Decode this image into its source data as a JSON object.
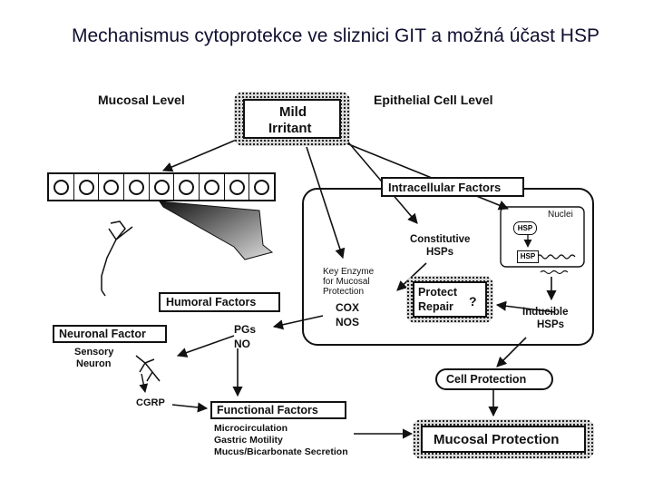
{
  "title": "Mechanismus cytoprotekce ve sliznici GIT  a možná účast HSP",
  "diagram": {
    "mucosal_level": "Mucosal Level",
    "epithelial_cell_level": "Epithelial Cell Level",
    "mild_irritant_1": "Mild",
    "mild_irritant_2": "Irritant",
    "intracellular_factors": "Intracellular Factors",
    "nuclei": "Nuclei",
    "hsp_gene": "HSP",
    "hsp_promoter": "HSP",
    "constitutive_hsps_1": "Constitutive",
    "constitutive_hsps_2": "HSPs",
    "key_enzyme_1": "Key Enzyme",
    "key_enzyme_2": "for Mucosal",
    "key_enzyme_3": "Protection",
    "cox": "COX",
    "nos": "NOS",
    "protect_repair_1": "Protect",
    "protect_repair_2": "Repair",
    "question_mark": "?",
    "inducible_hsps_1": "Inducible",
    "inducible_hsps_2": "HSPs",
    "humoral_factors": "Humoral Factors",
    "neuronal_factor": "Neuronal Factor",
    "sensory_neuron_1": "Sensory",
    "sensory_neuron_2": "Neuron",
    "pgs": "PGs",
    "no": "NO",
    "cgrp": "CGRP",
    "functional_factors": "Functional Factors",
    "ff_item_1": "Microcirculation",
    "ff_item_2": "Gastric Motility",
    "ff_item_3": "Mucus/Bicarbonate Secretion",
    "cell_protection": "Cell Protection",
    "mucosal_protection": "Mucosal Protection"
  }
}
